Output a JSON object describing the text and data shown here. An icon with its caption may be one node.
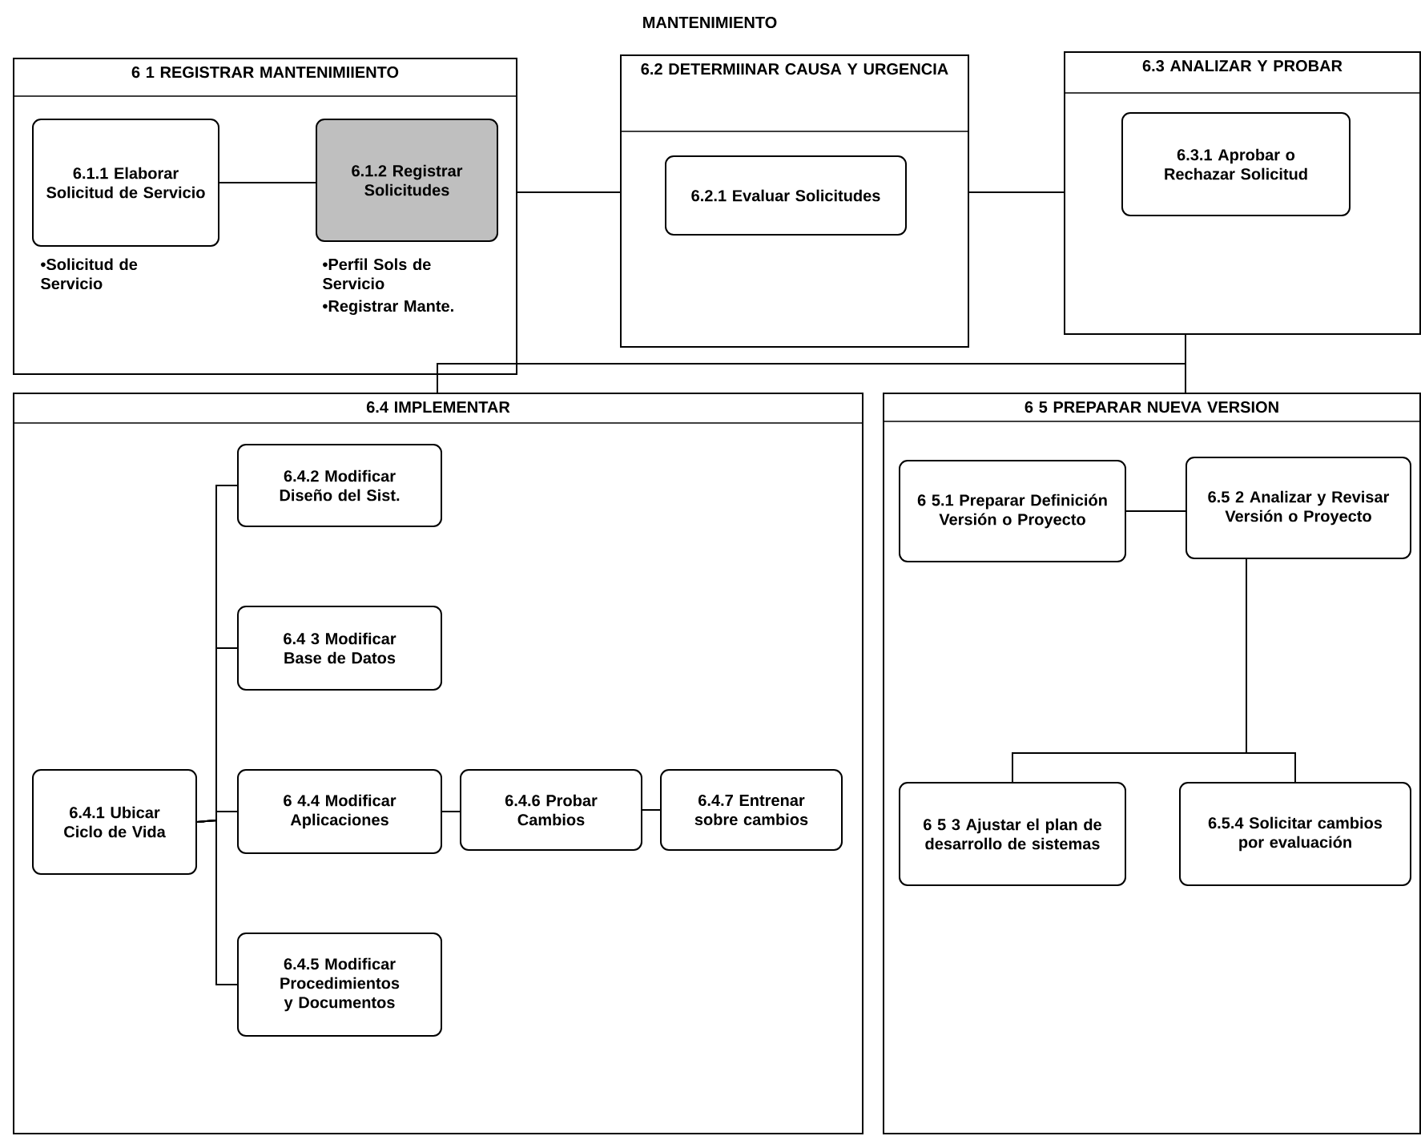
{
  "diagram": {
    "title": "MANTENIMIENTO",
    "nodes": [
      {
        "text": [
          "6 1 REGISTRAR MANTENIMIIENTO"
        ]
      },
      {
        "text": [
          "6.1.1 Elaborar Solicitud de Servicio"
        ],
        "in": 0,
        "beside": [
          "•Solicitud de Servicio"
        ]
      },
      {
        "text": [
          "6.1.2 Registrar Solicitudes"
        ],
        "in": 0,
        "beside": [
          "•Perfil Sols de Servicio",
          "•Registrar Mante."
        ]
      },
      {
        "text": [
          "6.2 DETERMIINAR CAUSA Y URGENCIA"
        ]
      },
      {
        "text": [
          "6.2.1 Evaluar Solicitudes"
        ],
        "in": 3
      },
      {
        "text": [
          "6.3 ANALIZAR Y PROBAR"
        ]
      },
      {
        "text": [
          "6.3.1 Aprobar o Rechazar Solicitud"
        ],
        "in": 5
      },
      {
        "text": [
          "6.4 IMPLEMENTAR"
        ]
      },
      {
        "text": [
          "6.4.1 Ubicar Ciclo de Vida"
        ],
        "in": 7
      },
      {
        "text": [
          "6.4.2 Modificar Diseño del Sist."
        ],
        "in": 7
      },
      {
        "text": [
          "6.4 3 Modificar Base de Datos"
        ],
        "in": 7
      },
      {
        "text": [
          "6 4.4 Modificar Aplicaciones"
        ],
        "in": 7
      },
      {
        "text": [
          "6.4.5 Modificar Procedimientos y Documentos"
        ],
        "in": 7
      },
      {
        "text": [
          "6.4.6 Probar Cambios"
        ],
        "in": 7
      },
      {
        "text": [
          "6.4.7 Entrenar sobre cambios"
        ],
        "in": 7
      },
      {
        "text": [
          "6 5 PREPARAR NUEVA VERSION"
        ]
      },
      {
        "text": [
          "6 5.1 Preparar Definición Versión o Proyecto"
        ],
        "in": 15
      },
      {
        "text": [
          "6.5 2 Analizar y Revisar Versión o Proyecto"
        ],
        "in": 15
      },
      {
        "text": [
          "6 5 3 Ajustar el plan de desarrollo de sistemas"
        ],
        "in": 15
      },
      {
        "text": [
          "6.5.4 Solicitar cambios por evaluación"
        ],
        "in": 15
      }
    ],
    "edges": [
      {
        "from": 1,
        "to": 2,
        "arrow": "none"
      },
      {
        "from": 0,
        "to": 3,
        "arrow": "none"
      },
      {
        "from": 3,
        "to": 5,
        "arrow": "none"
      },
      {
        "from": 5,
        "to": 7,
        "arrow": "none"
      },
      {
        "from": 5,
        "to": 15,
        "arrow": "none"
      },
      {
        "from": 8,
        "to": 9,
        "arrow": "none"
      },
      {
        "from": 8,
        "to": 10,
        "arrow": "none"
      },
      {
        "from": 8,
        "to": 11,
        "arrow": "none"
      },
      {
        "from": 8,
        "to": 12,
        "arrow": "none"
      },
      {
        "from": 11,
        "to": 13,
        "arrow": "none"
      },
      {
        "from": 13,
        "to": 14,
        "arrow": "none"
      },
      {
        "from": 16,
        "to": 17,
        "arrow": "none"
      },
      {
        "from": 17,
        "to": 18,
        "arrow": "none"
      },
      {
        "from": 17,
        "to": 19,
        "arrow": "none"
      }
    ]
  }
}
